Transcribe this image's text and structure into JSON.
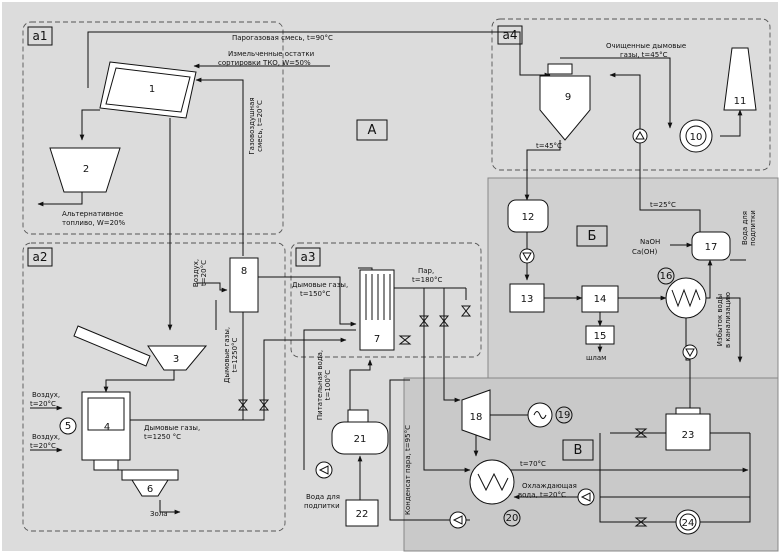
{
  "zones": {
    "A": "А",
    "B": "Б",
    "V": "В",
    "a1": "а1",
    "a2": "а2",
    "a3": "а3",
    "a4": "а4"
  },
  "equipment": [
    "1",
    "2",
    "3",
    "4",
    "5",
    "6",
    "7",
    "8",
    "9",
    "10",
    "11",
    "12",
    "13",
    "14",
    "15",
    "16",
    "17",
    "18",
    "19",
    "20",
    "21",
    "22",
    "23",
    "24"
  ],
  "labels": {
    "pyrogas": "Парогазовая смесь, t=90°C",
    "waste_line1": "Измельченные остатки",
    "waste_line2": "сортировки ТКО, W=50%",
    "gas_carrier_line1": "Газовоздушная",
    "gas_carrier_line2": "смесь, t=20°C",
    "alt_fuel_line1": "Альтернативное",
    "alt_fuel_line2": "топливо, W=20%",
    "clean_gas_line1": "Очищенные дымовые",
    "clean_gas_line2": "газы, t=45°C",
    "t45_cyclone": "t=45°C",
    "t25": "t=25°C",
    "naoh": "NaOH",
    "caoh2": "Ca(OH)",
    "water_feed_17_line1": "Вода для",
    "water_feed_17_line2": "подпитки",
    "air8_line1": "Воздух,",
    "air8_line2": "t=20°C",
    "flue_to8_line1": "Дымовые газы,",
    "flue_to8_line2": "t=1250°C",
    "flue150_line1": "Дымовые газы,",
    "flue150_line2": "t=150°C",
    "steam_line1": "Пар,",
    "steam_line2": "t=180°C",
    "feedwater_line1": "Питательная вода,",
    "feedwater_line2": "t=100°C",
    "air_top_line1": "Воздух,",
    "air_top_line2": "t=20°C",
    "air_bot_line1": "Воздух,",
    "air_bot_line2": "t=20°C",
    "flue1250_line1": "Дымовые газы,",
    "flue1250_line2": "t=1250 °C",
    "ash": "Зола",
    "sludge": "шлам",
    "excess_water_line1": "Избыток воды",
    "excess_water_line2": "в канализацию",
    "condensate_line1": "Конденсат пара, t=95°C",
    "t70": "t=70°C",
    "cooling_line1": "Охлаждающая",
    "cooling_line2": "вода, t=20°C",
    "feed22_line1": "Вода для",
    "feed22_line2": "подпитки"
  }
}
